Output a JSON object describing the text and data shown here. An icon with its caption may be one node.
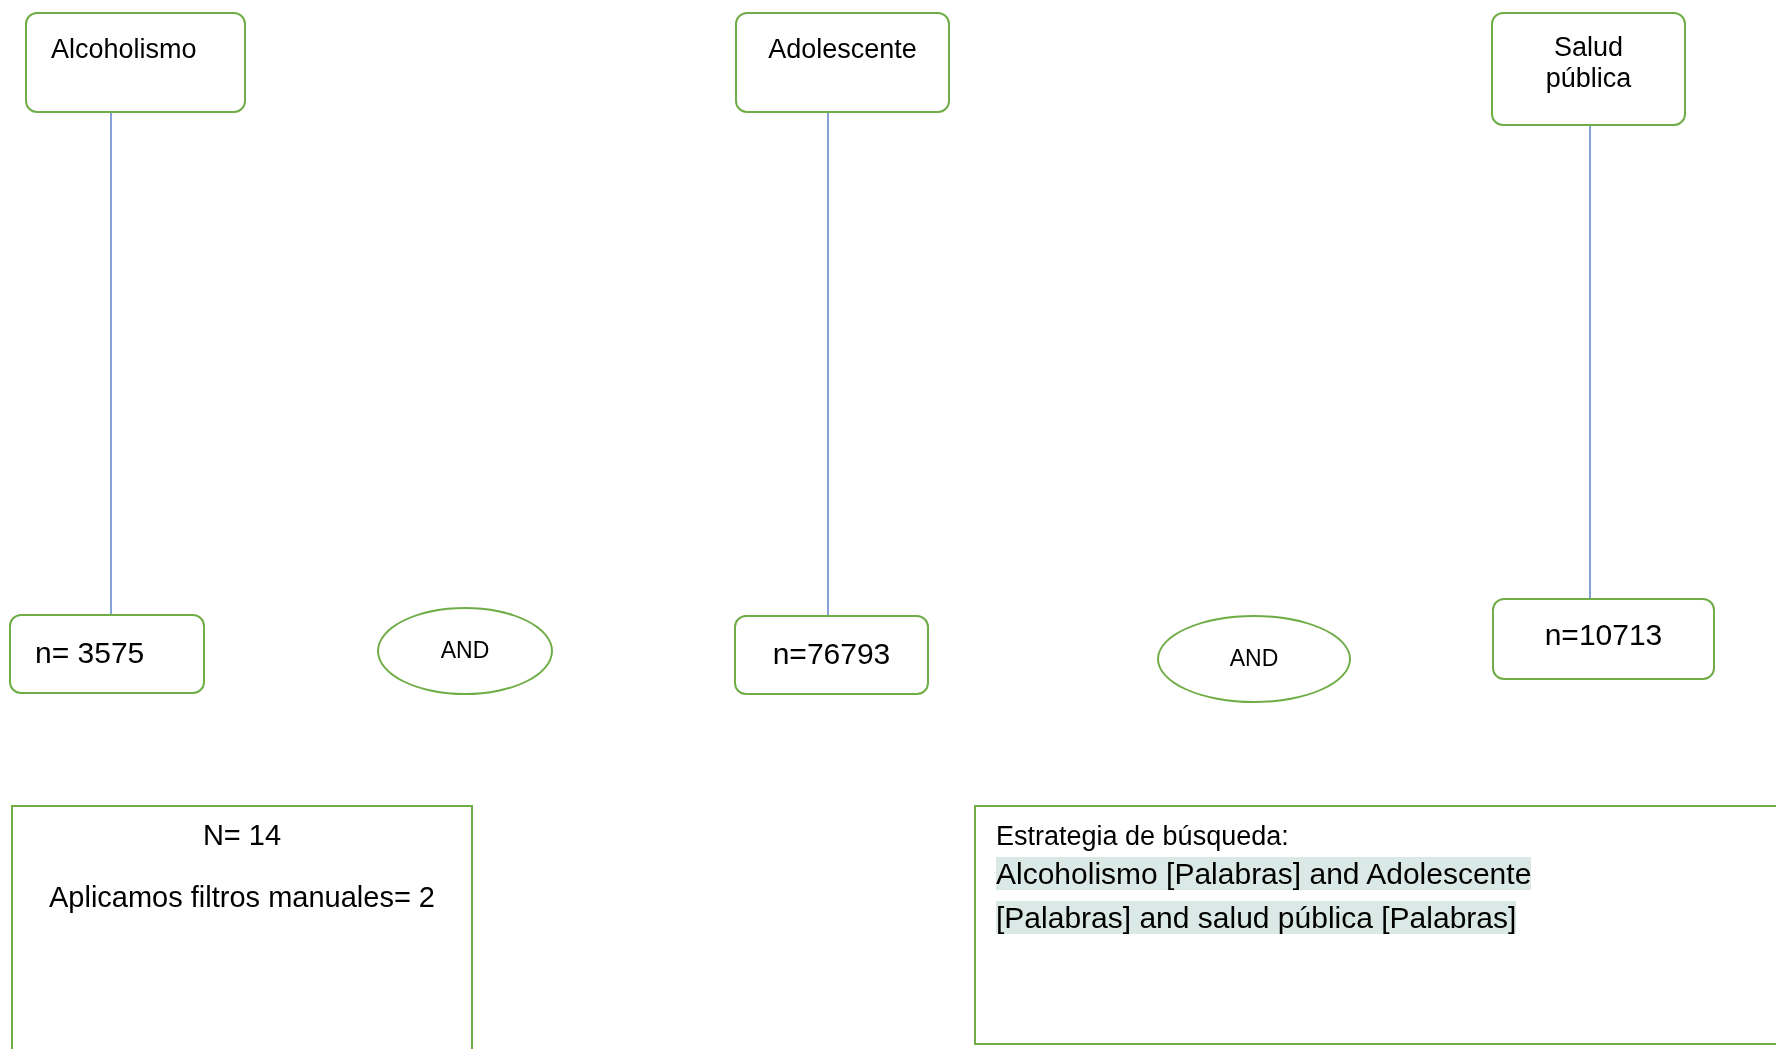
{
  "diagram": {
    "nodes": [
      {
        "text": [
          "Alcoholismo"
        ]
      },
      {
        "text": [
          "Adolescente"
        ]
      },
      {
        "text": [
          "Salud pública"
        ]
      },
      {
        "text": [
          "n= 3575"
        ]
      },
      {
        "text": [
          "AND"
        ]
      },
      {
        "text": [
          "n=76793"
        ]
      },
      {
        "text": [
          "AND"
        ]
      },
      {
        "text": [
          "n=10713"
        ]
      },
      {
        "text": [
          "N= 14",
          "Aplicamos filtros manuales= 2"
        ]
      },
      {
        "text": [
          "Estrategia de búsqueda:",
          "Alcoholismo [Palabras] and Adolescente [Palabras] and salud pública [Palabras]"
        ]
      }
    ],
    "edges": [
      {
        "from": 0,
        "to": 3,
        "arrow": "none"
      },
      {
        "from": 1,
        "to": 5,
        "arrow": "none"
      },
      {
        "from": 2,
        "to": 7,
        "arrow": "none"
      }
    ]
  }
}
